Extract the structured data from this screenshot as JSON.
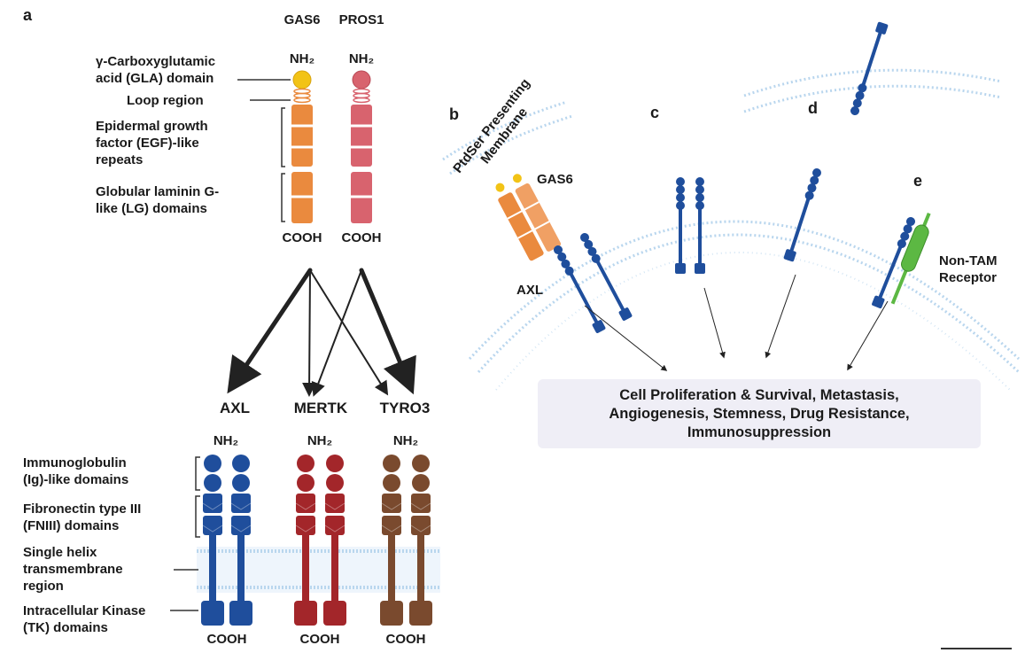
{
  "panels": {
    "a": "a",
    "b": "b",
    "c": "c",
    "d": "d",
    "e": "e"
  },
  "ligands": {
    "gas6": {
      "name": "GAS6",
      "n_term": "NH₂",
      "c_term": "COOH"
    },
    "pros1": {
      "name": "PROS1",
      "n_term": "NH₂",
      "c_term": "COOH"
    }
  },
  "ligand_domains": {
    "gla": "γ-Carboxyglutamic\nacid (GLA) domain",
    "loop": "Loop region",
    "egf": "Epidermal growth\nfactor (EGF)-like\nrepeats",
    "lg": "Globular laminin G-\nlike (LG) domains"
  },
  "receptors": {
    "axl": {
      "name": "AXL",
      "color": "#1f4e9c",
      "n_term": "NH₂",
      "c_term": "COOH"
    },
    "mertk": {
      "name": "MERTK",
      "color": "#a3262a",
      "n_term": "NH₂",
      "c_term": "COOH"
    },
    "tyro3": {
      "name": "TYRO3",
      "color": "#7a4a2e",
      "n_term": "NH₂",
      "c_term": "COOH"
    }
  },
  "receptor_domains": {
    "ig": "Immunoglobulin\n(Ig)-like domains",
    "fn3": "Fibronectin type III\n(FNIII) domains",
    "tm": "Single helix\ntransmembrane\nregion",
    "tk": "Intracellular Kinase\n(TK) domains"
  },
  "mechanisms": {
    "membrane_label": "PtdSer Presenting\nMembrane",
    "gas6_label": "GAS6",
    "axl_label": "AXL",
    "non_tam_label": "Non-TAM\nReceptor"
  },
  "outcome": "Cell Proliferation & Survival, Metastasis,\nAngiogenesis, Stemness, Drug Resistance,\nImmunosuppression",
  "colors": {
    "gla": "#f2c316",
    "gas6_body": "#ea8a3e",
    "pros1_body": "#d8636e",
    "membrane": "#b9d6ee",
    "non_tam": "#5cb843",
    "outcome_box": "#efeef6"
  }
}
